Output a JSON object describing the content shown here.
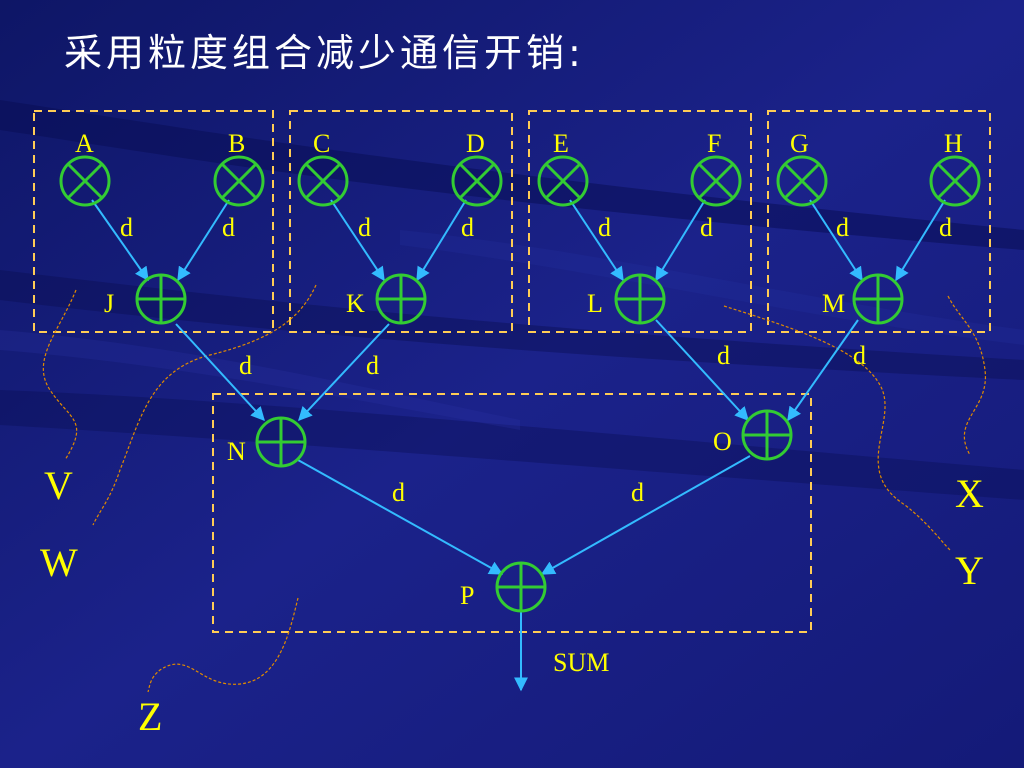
{
  "slide": {
    "title": "采用粒度组合减少通信开销:"
  },
  "colors": {
    "background": "#1a1f7a",
    "text": "#ffff00",
    "node": "#33cc33",
    "arrow": "#33bbff",
    "group_border": "#ffcc55",
    "connector": "#e08a00"
  },
  "diagram": {
    "leaf_nodes": [
      {
        "label": "A",
        "icon": "multiply-circle-icon"
      },
      {
        "label": "B",
        "icon": "multiply-circle-icon"
      },
      {
        "label": "C",
        "icon": "multiply-circle-icon"
      },
      {
        "label": "D",
        "icon": "multiply-circle-icon"
      },
      {
        "label": "E",
        "icon": "multiply-circle-icon"
      },
      {
        "label": "F",
        "icon": "multiply-circle-icon"
      },
      {
        "label": "G",
        "icon": "multiply-circle-icon"
      },
      {
        "label": "H",
        "icon": "multiply-circle-icon"
      }
    ],
    "sum_nodes": [
      {
        "label": "J",
        "icon": "plus-circle-icon"
      },
      {
        "label": "K",
        "icon": "plus-circle-icon"
      },
      {
        "label": "L",
        "icon": "plus-circle-icon"
      },
      {
        "label": "M",
        "icon": "plus-circle-icon"
      },
      {
        "label": "N",
        "icon": "plus-circle-icon"
      },
      {
        "label": "O",
        "icon": "plus-circle-icon"
      },
      {
        "label": "P",
        "icon": "plus-circle-icon"
      }
    ],
    "edge_label": "d",
    "output_label": "SUM",
    "group_labels": [
      "V",
      "W",
      "X",
      "Y",
      "Z"
    ]
  }
}
